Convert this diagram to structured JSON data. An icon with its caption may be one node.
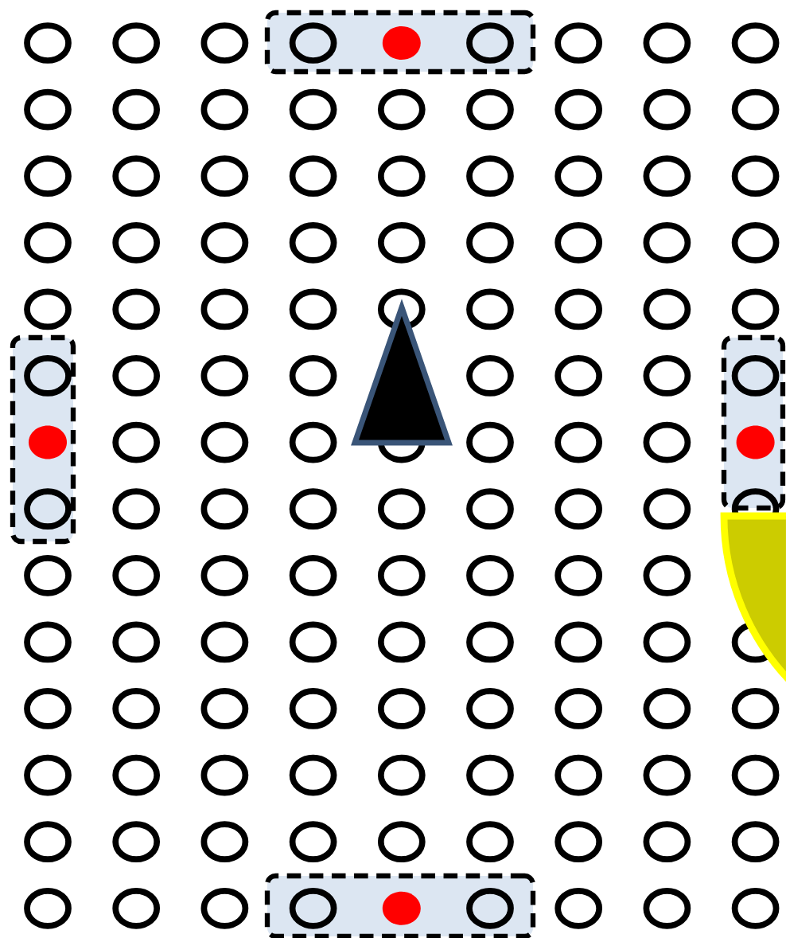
{
  "diagram": {
    "nodes": [
      {
        "text": [],
        "shape": "box"
      },
      {
        "text": [],
        "shape": "triangle"
      },
      {
        "text": [],
        "shape": "box"
      },
      {
        "text": [],
        "shape": "box"
      },
      {
        "text": [],
        "shape": "sector"
      },
      {
        "text": [],
        "shape": "box"
      }
    ]
  }
}
